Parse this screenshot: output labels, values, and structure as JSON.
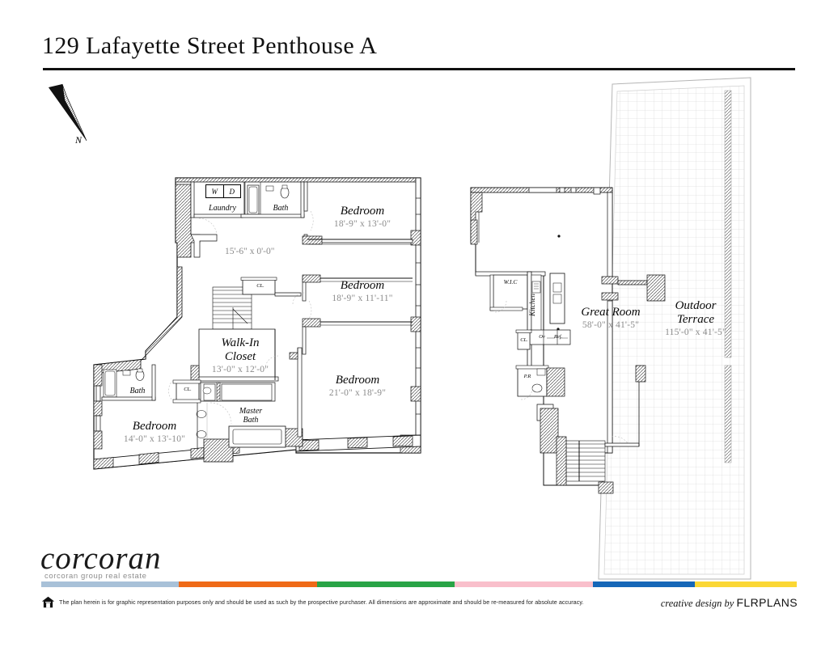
{
  "header": {
    "title": "129 Lafayette Street Penthouse A"
  },
  "compass": {
    "letter": "N",
    "icon": "north-arrow-icon"
  },
  "left_wing": {
    "appliances": {
      "washer": "W",
      "dryer": "D"
    },
    "rooms": [
      {
        "name": "Laundry",
        "dim": ""
      },
      {
        "name": "Bath",
        "dim": ""
      },
      {
        "name": "Bedroom",
        "dim": "18'-9\" x 13'-0\""
      },
      {
        "name": "Bedroom",
        "dim": "18'-9\" x 11'-11\""
      },
      {
        "name": "CL.",
        "dim": ""
      },
      {
        "name": "Walk-In Closet",
        "dim": "13'-0\" x 12'-0\""
      },
      {
        "name": "Bedroom",
        "dim": "21'-0\" x 18'-9\""
      },
      {
        "name": "Bath",
        "dim": ""
      },
      {
        "name": "CL.",
        "dim": ""
      },
      {
        "name": "Master Bath",
        "dim": ""
      },
      {
        "name": "Bedroom",
        "dim": "14'-0\" x 13'-10\""
      }
    ],
    "hall_dim": "15'-6\" x 0'-0\""
  },
  "right_wing": {
    "rooms": [
      {
        "name": "W.I.C",
        "dim": ""
      },
      {
        "name": "Kitchen",
        "dim": ""
      },
      {
        "name": "Ov",
        "dim": ""
      },
      {
        "name": "Ref.",
        "dim": ""
      },
      {
        "name": "CL.",
        "dim": ""
      },
      {
        "name": "P.R",
        "dim": ""
      },
      {
        "name": "Great Room",
        "dim": "58'-0\" x 41'-5\""
      },
      {
        "name": "Outdoor Terrace",
        "dim": "115'-0\" x 41'-5\""
      }
    ]
  },
  "labels": {
    "laundry": "Laundry",
    "bath_top": "Bath",
    "bedroom_1_name": "Bedroom",
    "bedroom_1_dim": "18'-9\" x 13'-0\"",
    "bedroom_2_name": "Bedroom",
    "bedroom_2_dim": "18'-9\" x 11'-11\"",
    "bedroom_3_name": "Bedroom",
    "bedroom_3_dim": "21'-0\" x 18'-9\"",
    "bedroom_4_name": "Bedroom",
    "bedroom_4_dim": "14'-0\" x 13'-10\"",
    "walkin_name_1": "Walk-In",
    "walkin_name_2": "Closet",
    "walkin_dim": "13'-0\" x 12'-0\"",
    "hall_dim": "15'-6\" x 0'-0\"",
    "closet_stair": "CL.",
    "closet_master": "CL.",
    "bath_left": "Bath",
    "master_bath_1": "Master",
    "master_bath_2": "Bath",
    "wic": "W.I.C",
    "kitchen": "Kitchen",
    "oven": "Ov",
    "fridge": "Ref.",
    "closet_kitchen": "CL.",
    "powder_room": "P.R",
    "great_room_name": "Great Room",
    "great_room_dim": "58'-0\" x 41'-5\"",
    "terrace_name_1": "Outdoor",
    "terrace_name_2": "Terrace",
    "terrace_dim": "115'-0\" x 41'-5\""
  },
  "footer": {
    "logo": "corcoran",
    "tagline": "corcoran group real estate",
    "disclaimer": "The plan herein is for graphic representation purposes only and should be used as such by the prospective purchaser. All dimensions are approximate and should be re-measured for absolute accuracy.",
    "credit_prefix": "creative design",
    "credit_by": "by",
    "credit_brand": "FLRPLANS",
    "eho_icon": "equal-housing-opportunity-icon",
    "color_bar": [
      "#a8c1d8",
      "#ef6a17",
      "#29a446",
      "#f9bfcb",
      "#1667b8",
      "#fbd734"
    ]
  }
}
